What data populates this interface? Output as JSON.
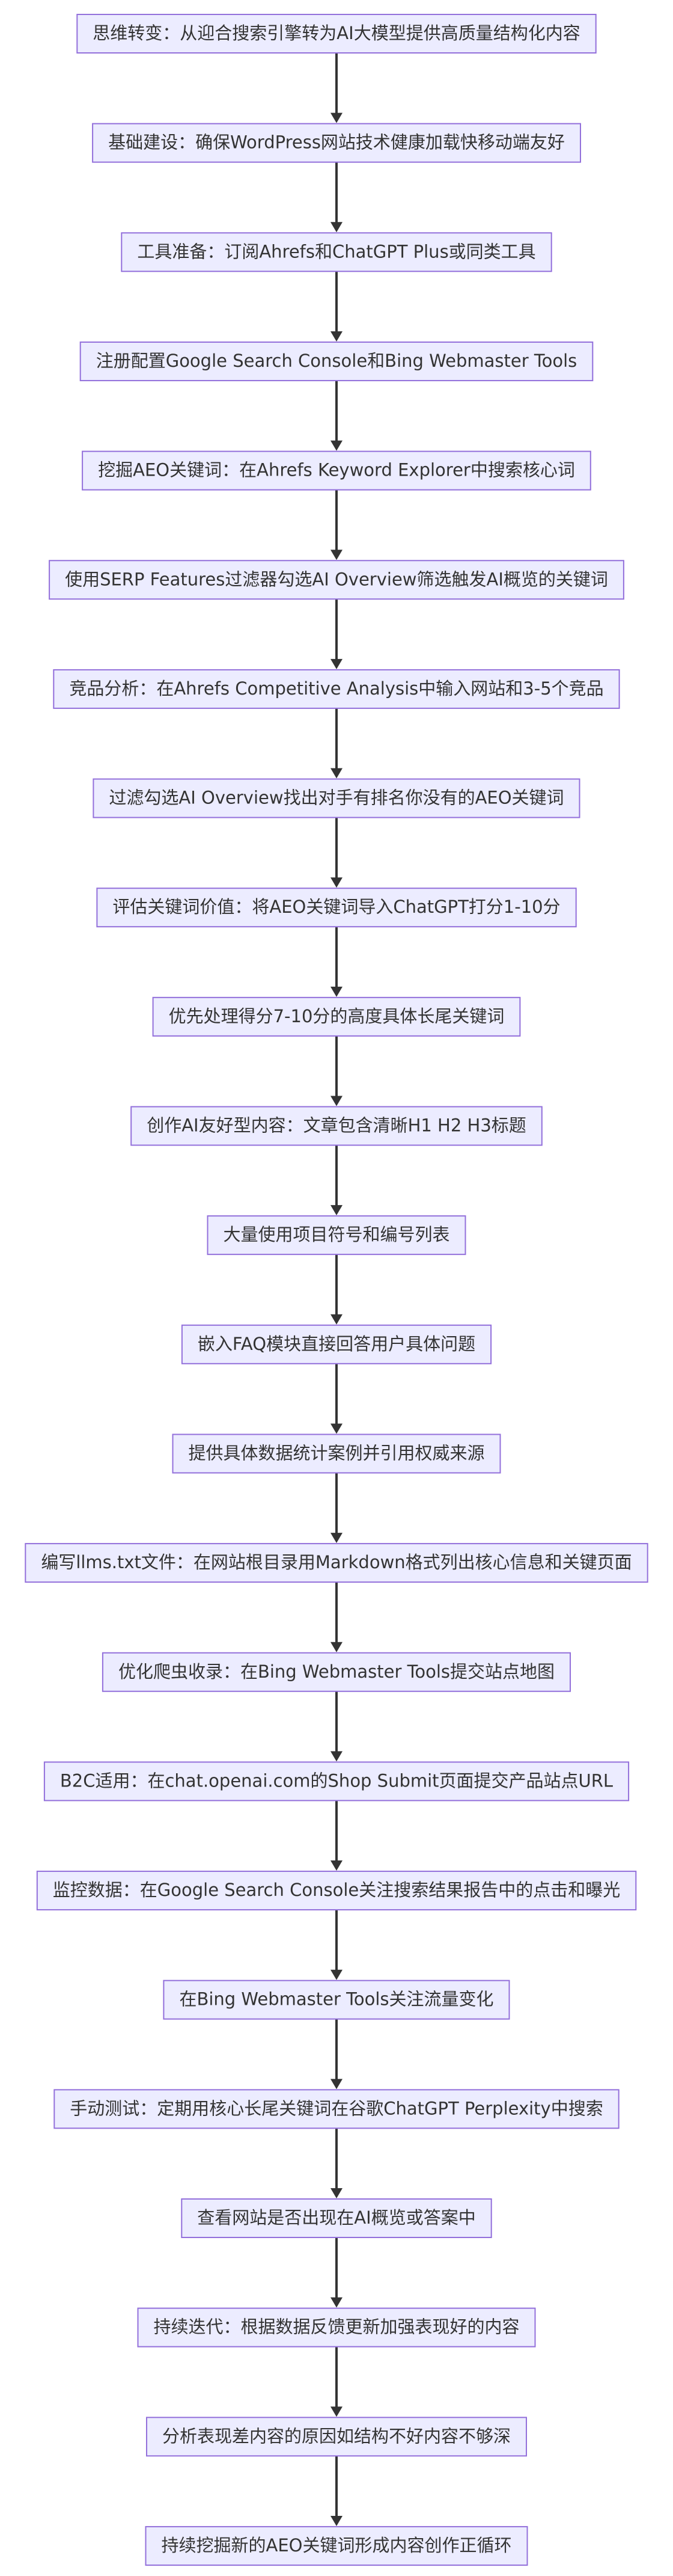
{
  "flowchart": {
    "direction": "top-down",
    "colors": {
      "node_fill": "#ECECFF",
      "node_border": "#9370DB",
      "text": "#333333",
      "edge": "#333333",
      "background": "#FFFFFF"
    },
    "nodes": [
      "思维转变：从迎合搜索引擎转为AI大模型提供高质量结构化内容",
      "基础建设：确保WordPress网站技术健康加载快移动端友好",
      "工具准备：订阅Ahrefs和ChatGPT Plus或同类工具",
      "注册配置Google Search Console和Bing Webmaster Tools",
      "挖掘AEO关键词：在Ahrefs Keyword Explorer中搜索核心词",
      "使用SERP Features过滤器勾选AI Overview筛选触发AI概览的关键词",
      "竞品分析：在Ahrefs Competitive Analysis中输入网站和3-5个竞品",
      "过滤勾选AI Overview找出对手有排名你没有的AEO关键词",
      "评估关键词价值：将AEO关键词导入ChatGPT打分1-10分",
      "优先处理得分7-10分的高度具体长尾关键词",
      "创作AI友好型内容：文章包含清晰H1 H2 H3标题",
      "大量使用项目符号和编号列表",
      "嵌入FAQ模块直接回答用户具体问题",
      "提供具体数据统计案例并引用权威来源",
      "编写llms.txt文件：在网站根目录用Markdown格式列出核心信息和关键页面",
      "优化爬虫收录：在Bing Webmaster Tools提交站点地图",
      "B2C适用：在chat.openai.com的Shop Submit页面提交产品站点URL",
      "监控数据：在Google Search Console关注搜索结果报告中的点击和曝光",
      "在Bing Webmaster Tools关注流量变化",
      "手动测试：定期用核心长尾关键词在谷歌ChatGPT Perplexity中搜索",
      "查看网站是否出现在AI概览或答案中",
      "持续迭代：根据数据反馈更新加强表现好的内容",
      "分析表现差内容的原因如结构不好内容不够深",
      "持续挖掘新的AEO关键词形成内容创作正循环"
    ]
  }
}
